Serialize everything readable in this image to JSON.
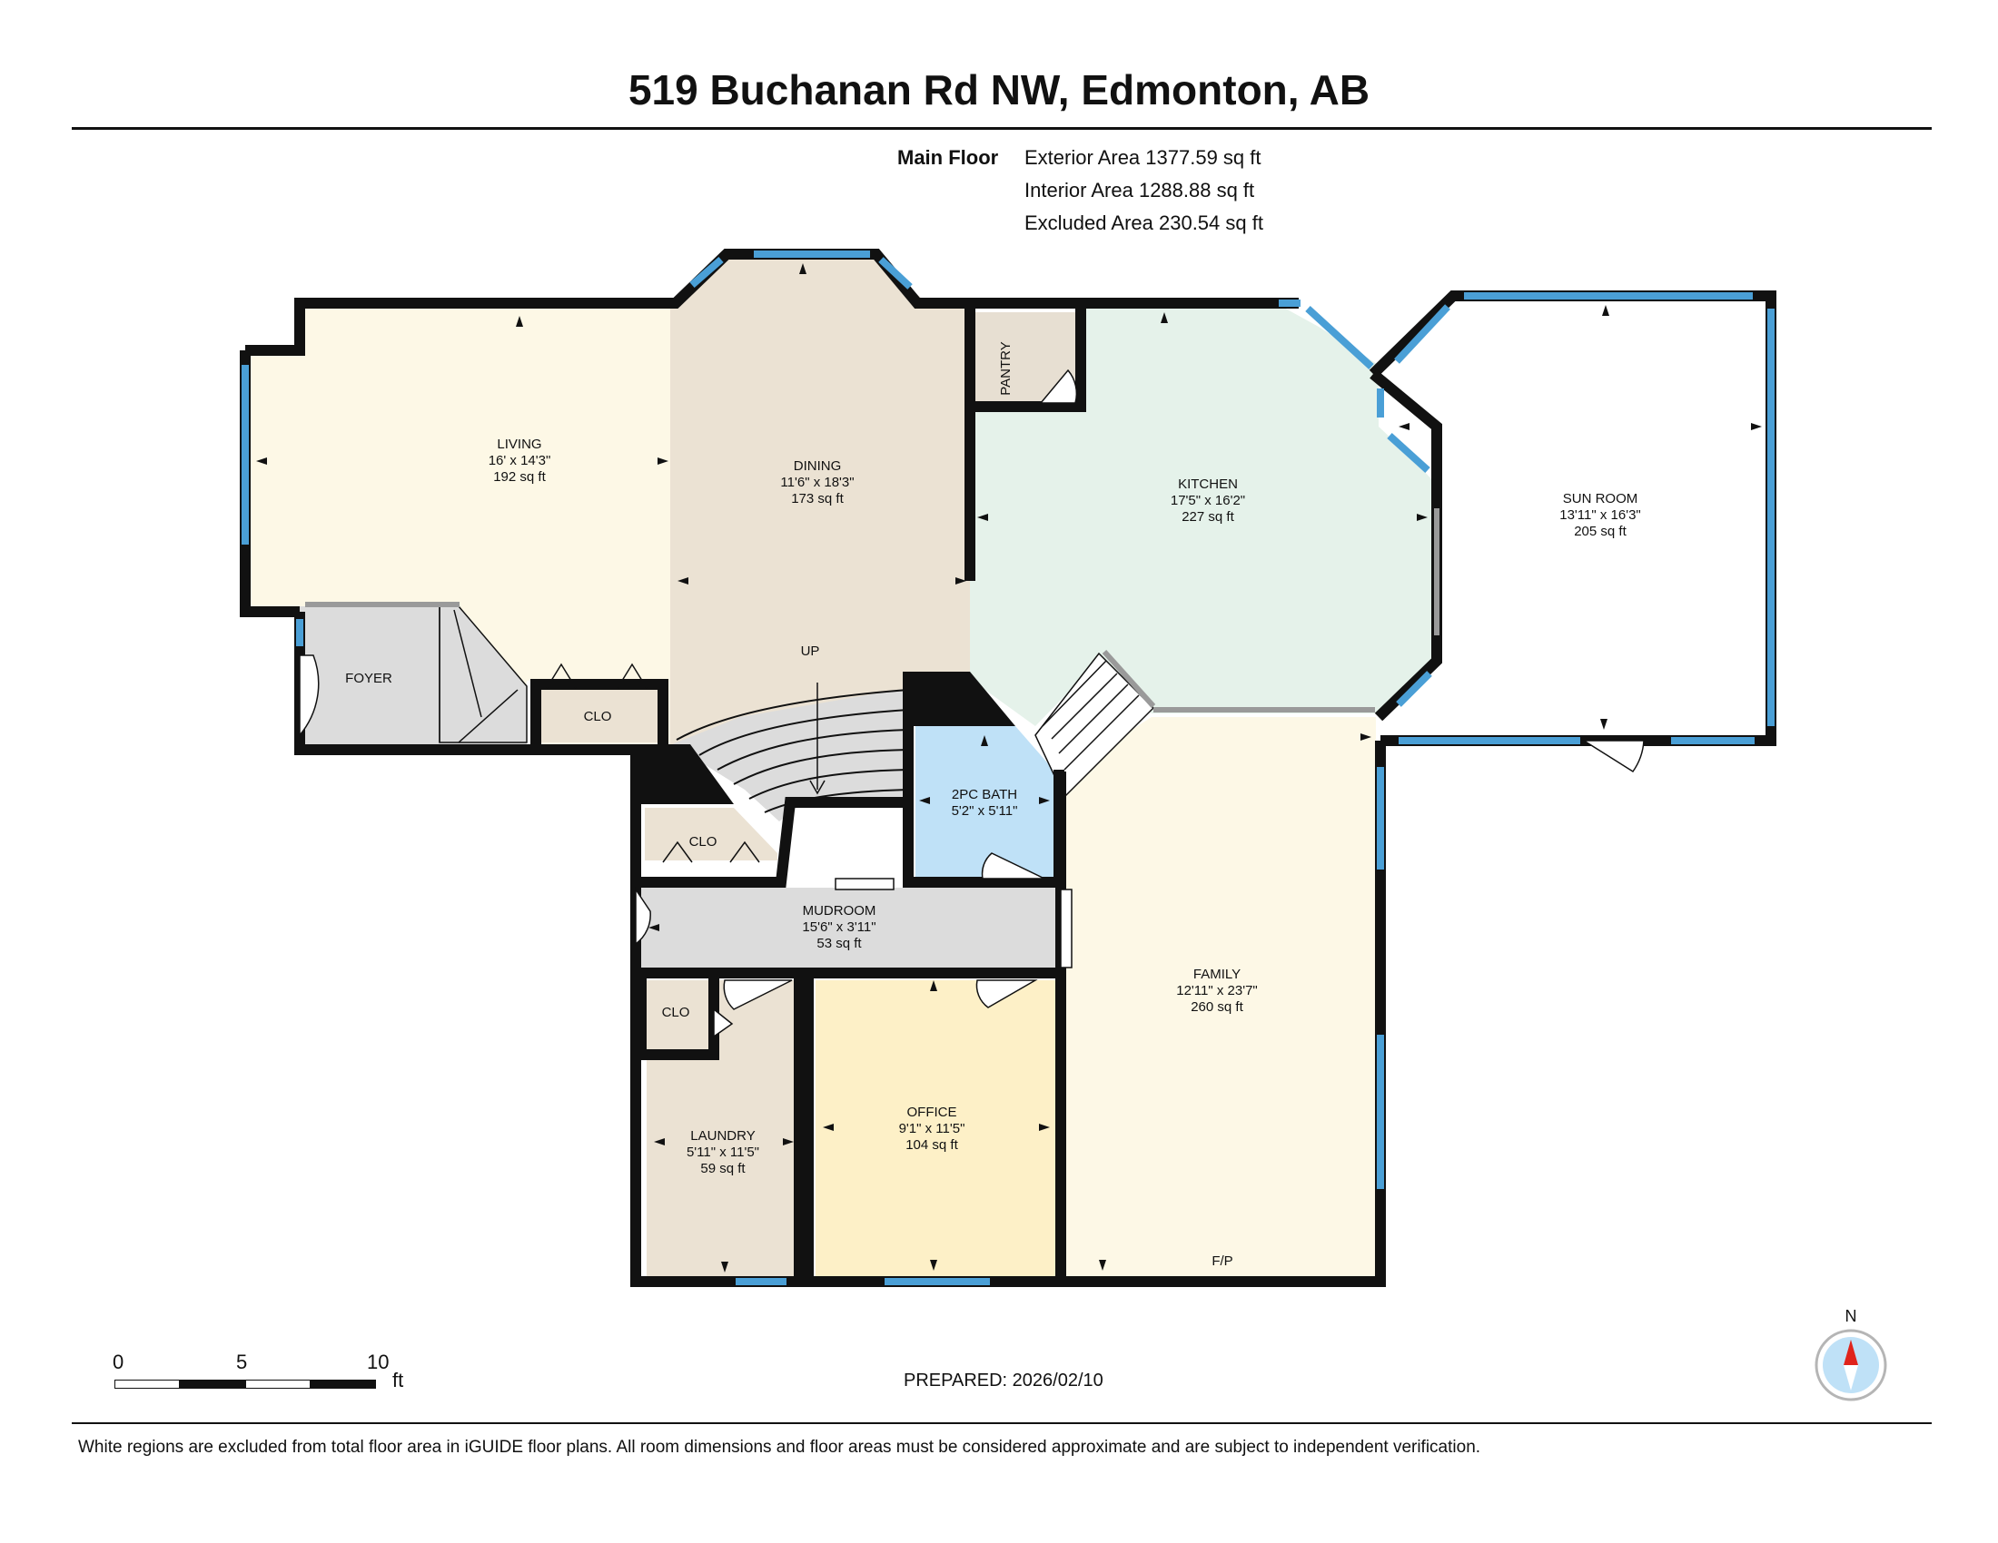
{
  "title": "519 Buchanan Rd NW, Edmonton, AB",
  "floor": {
    "label": "Main Floor",
    "exterior_area": "Exterior Area 1377.59 sq ft",
    "interior_area": "Interior Area 1288.88 sq ft",
    "excluded_area": "Excluded Area 230.54 sq ft"
  },
  "rooms": {
    "living": {
      "name": "LIVING",
      "dims": "16' x 14'3\"",
      "area": "192 sq ft",
      "color": "#fdf8e6"
    },
    "dining": {
      "name": "DINING",
      "dims": "11'6\" x 18'3\"",
      "area": "173 sq ft",
      "color": "#ebe2d3"
    },
    "pantry": {
      "name": "PANTRY",
      "color": "#e7dfd2"
    },
    "kitchen": {
      "name": "KITCHEN",
      "dims": "17'5\" x 16'2\"",
      "area": "227 sq ft",
      "color": "#e5f2ea"
    },
    "sun_room": {
      "name": "SUN ROOM",
      "dims": "13'11\" x 16'3\"",
      "area": "205 sq ft",
      "color": "#ffffff"
    },
    "foyer": {
      "name": "FOYER",
      "color": "#dcdcdc"
    },
    "clo_foyer": {
      "name": "CLO",
      "color": "#ebe2d3"
    },
    "up": {
      "label": "UP"
    },
    "bath": {
      "name": "2PC BATH",
      "dims": "5'2\" x 5'11\"",
      "color": "#bfe1f7"
    },
    "clo_mud": {
      "name": "CLO",
      "color": "#ebe2d3"
    },
    "mudroom": {
      "name": "MUDROOM",
      "dims": "15'6\" x 3'11\"",
      "area": "53 sq ft",
      "color": "#dcdcdc"
    },
    "clo_laundry": {
      "name": "CLO",
      "color": "#ebe2d3"
    },
    "laundry": {
      "name": "LAUNDRY",
      "dims": "5'11\" x 11'5\"",
      "area": "59 sq ft",
      "color": "#ebe2d3"
    },
    "office": {
      "name": "OFFICE",
      "dims": "9'1\" x 11'5\"",
      "area": "104 sq ft",
      "color": "#fdf0c7"
    },
    "family": {
      "name": "FAMILY",
      "dims": "12'11\" x 23'7\"",
      "area": "260 sq ft",
      "color": "#fdf8e6"
    },
    "fp": {
      "label": "F/P"
    }
  },
  "colors": {
    "wall": "#111111",
    "window": "#4a9fd6",
    "stair": "#dcdcdc"
  },
  "scale": {
    "ticks": [
      "0",
      "5",
      "10"
    ],
    "unit": "ft"
  },
  "prepared": "PREPARED: 2026/02/10",
  "compass": {
    "label": "N"
  },
  "footer": "White regions are excluded from total floor area in iGUIDE floor plans. All room dimensions and floor areas must be considered approximate and are subject to independent verification."
}
